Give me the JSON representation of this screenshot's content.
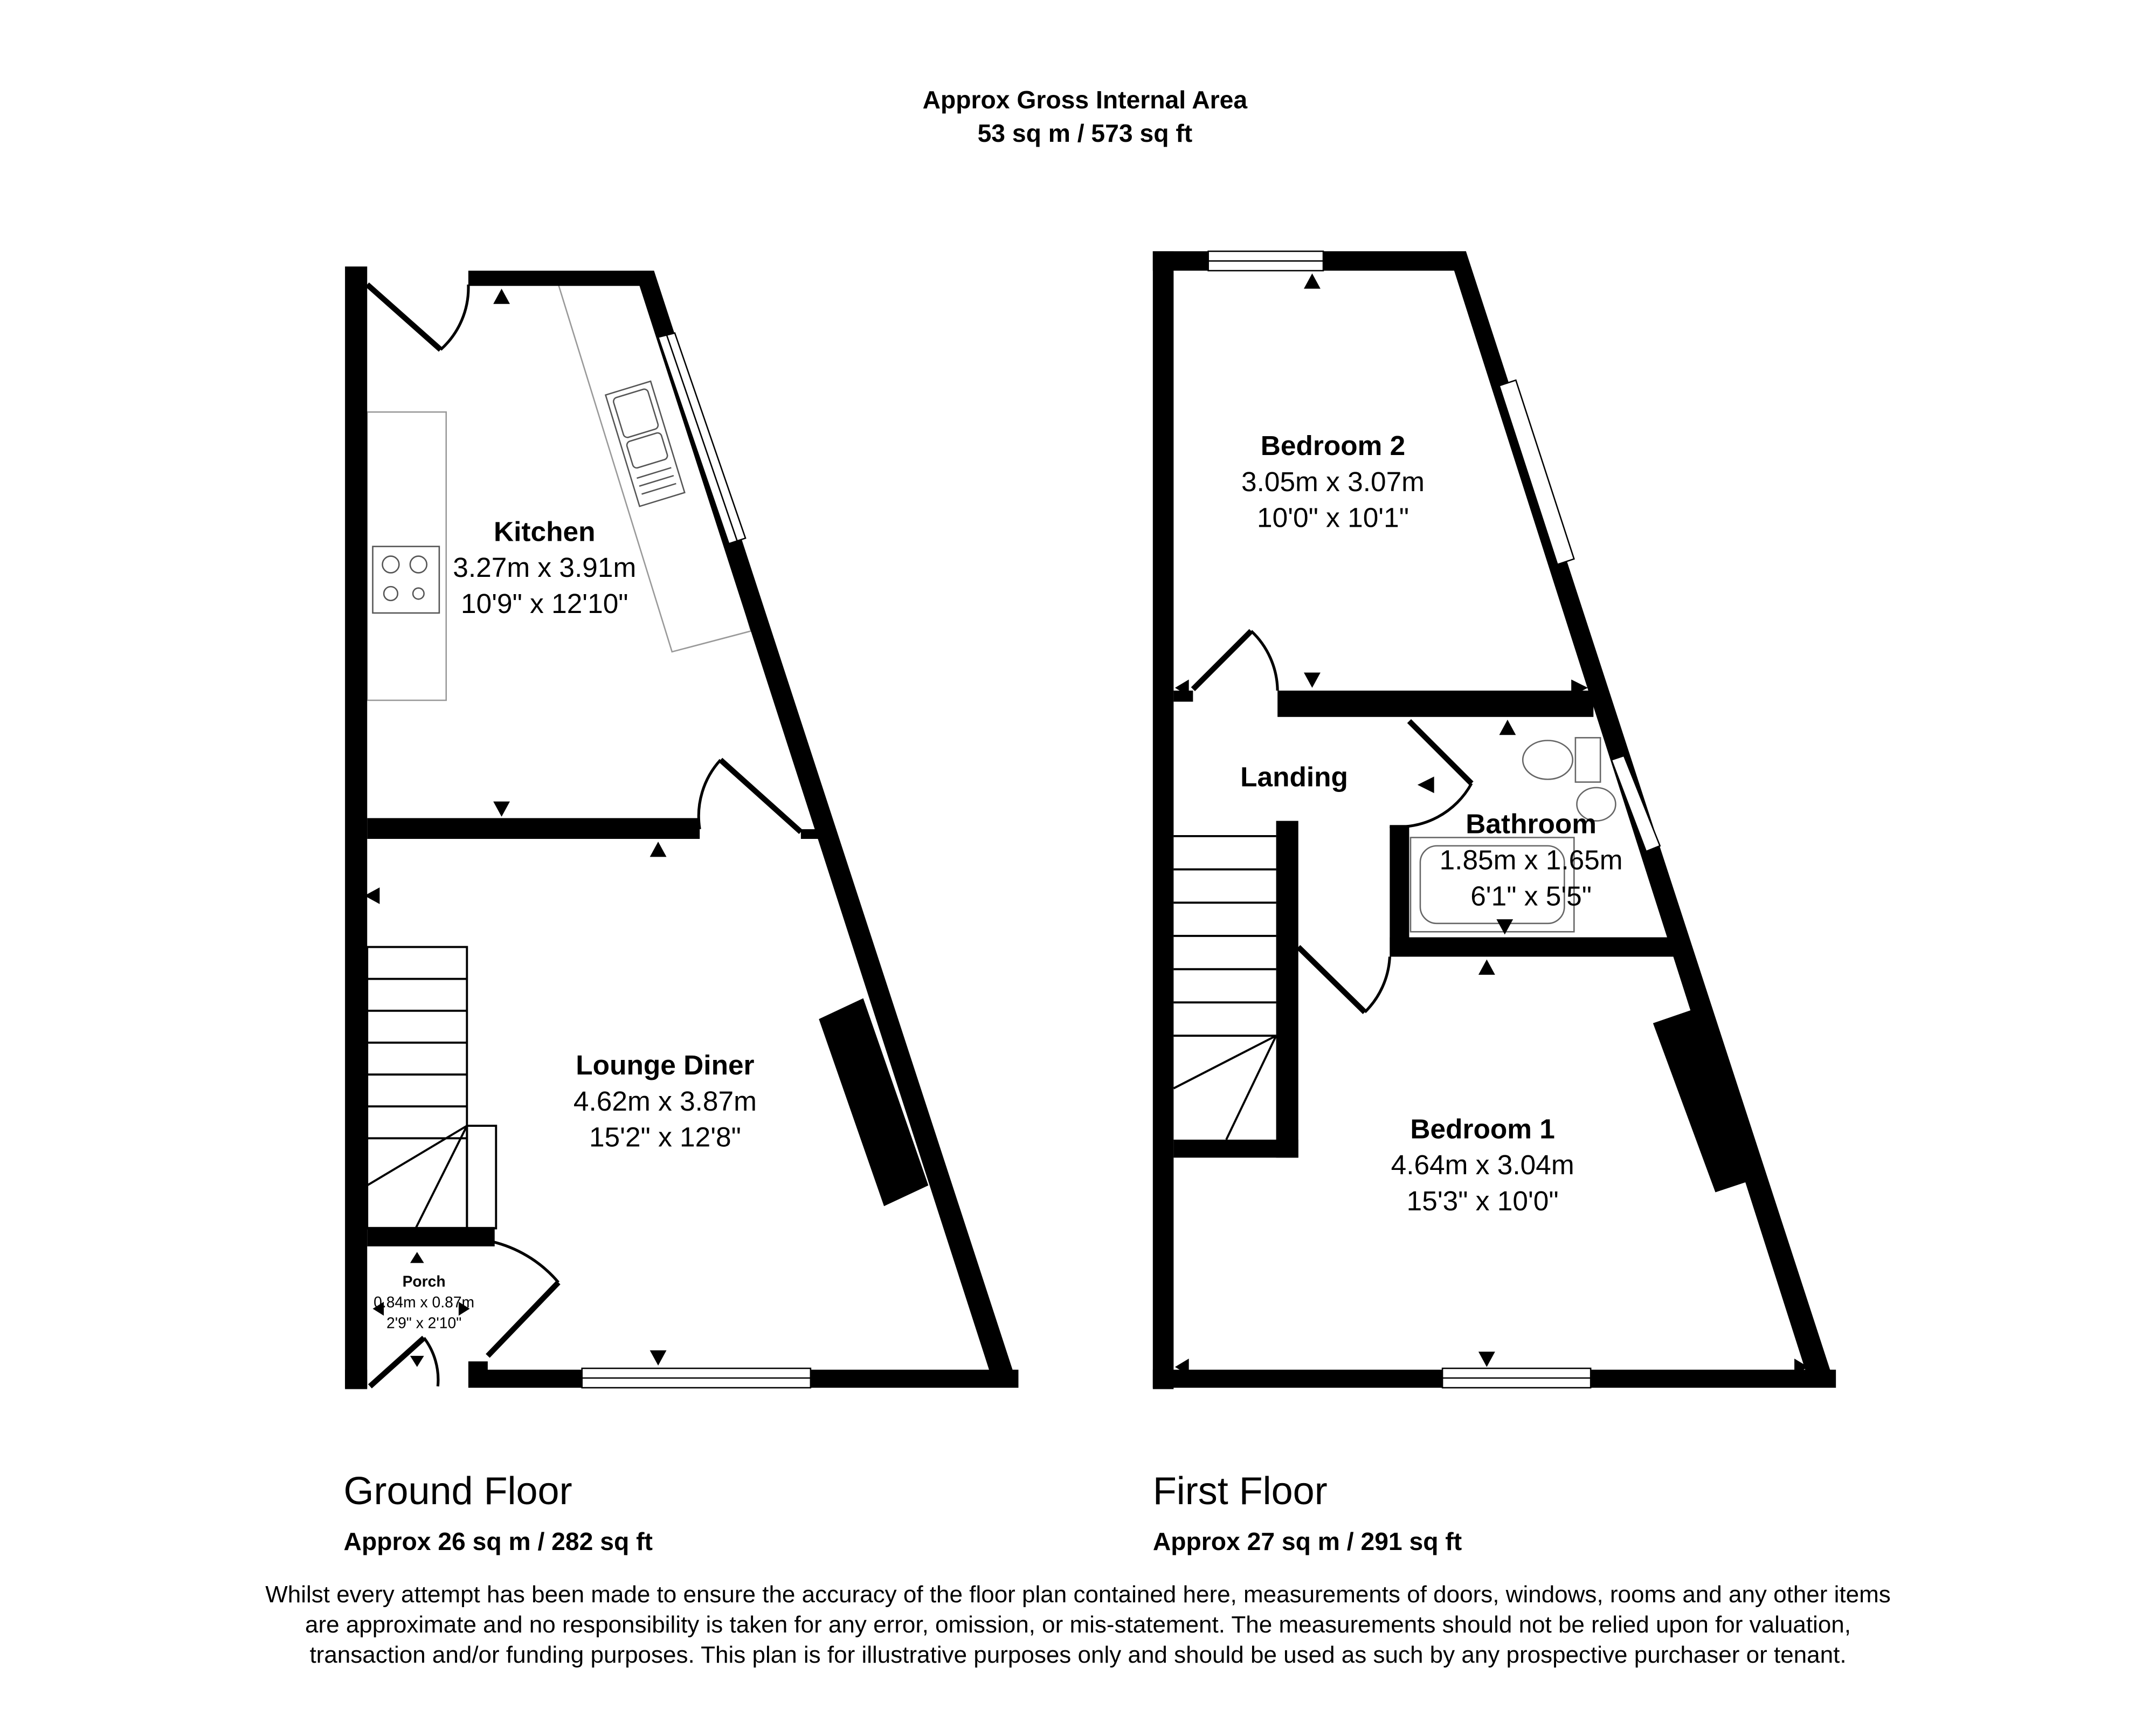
{
  "header": {
    "title": "Approx Gross Internal Area",
    "area": "53 sq m / 573 sq ft"
  },
  "ground_floor": {
    "label": "Ground Floor",
    "area": "Approx 26 sq m / 282 sq ft",
    "rooms": [
      {
        "name": "Kitchen",
        "metric": "3.27m x 3.91m",
        "imperial": "10'9\" x 12'10\""
      },
      {
        "name": "Lounge Diner",
        "metric": "4.62m x 3.87m",
        "imperial": "15'2\" x 12'8\""
      },
      {
        "name": "Porch",
        "metric": "0.84m x 0.87m",
        "imperial": "2'9\" x 2'10\""
      }
    ]
  },
  "first_floor": {
    "label": "First Floor",
    "area": "Approx 27 sq m / 291 sq ft",
    "rooms": [
      {
        "name": "Bedroom 2",
        "metric": "3.05m x 3.07m",
        "imperial": "10'0\" x 10'1\""
      },
      {
        "name": "Landing"
      },
      {
        "name": "Bathroom",
        "metric": "1.85m x 1.65m",
        "imperial": "6'1\" x 5'5\""
      },
      {
        "name": "Bedroom 1",
        "metric": "4.64m x 3.04m",
        "imperial": "15'3\" x 10'0\""
      }
    ]
  },
  "disclaimer": "Whilst every attempt has been made to ensure the accuracy of the floor plan contained here, measurements of doors, windows, rooms and any other items are approximate and no responsibility is taken for any error, omission, or mis-statement. The measurements should not be relied upon for valuation, transaction and/or funding purposes. This plan is for illustrative purposes only and should be used as such by any prospective purchaser or tenant."
}
